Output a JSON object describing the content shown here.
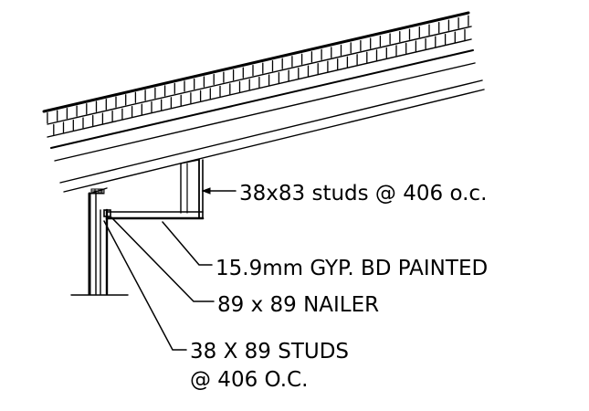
{
  "drawing": {
    "line_color": "#000000",
    "background": "#ffffff"
  },
  "labels": {
    "studs_top": "38x83 studs @ 406 o.c.",
    "gypsum": "15.9mm GYP. BD PAINTED",
    "nailer": "89 x 89 NAILER",
    "studs_bottom_line1": "38 X 89 STUDS",
    "studs_bottom_line2": "@ 406 O.C."
  }
}
